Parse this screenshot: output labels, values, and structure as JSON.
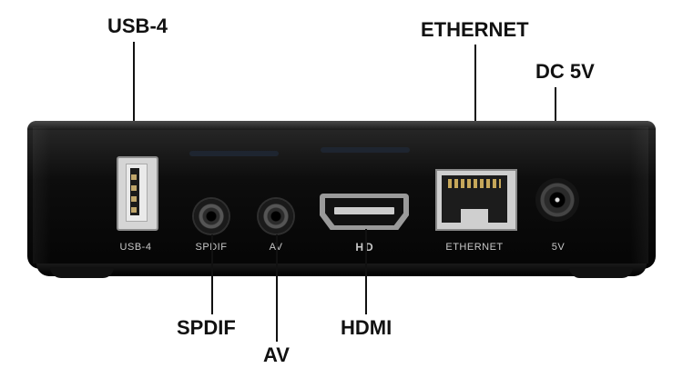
{
  "callouts": {
    "usb": "USB-4",
    "ethernet": "ETHERNET",
    "dc": "DC 5V",
    "spdif": "SPDIF",
    "av": "AV",
    "hdmi": "HDMI"
  },
  "port_labels": {
    "usb": "USB-4",
    "spdif": "SPDIF",
    "av": "AV",
    "hdmi": "HD",
    "ethernet": "ETHERNET",
    "dc": "5V"
  },
  "icons": [
    "usb-port-icon",
    "spdif-jack-icon",
    "av-jack-icon",
    "hdmi-port-icon",
    "ethernet-port-icon",
    "dc-jack-icon"
  ]
}
